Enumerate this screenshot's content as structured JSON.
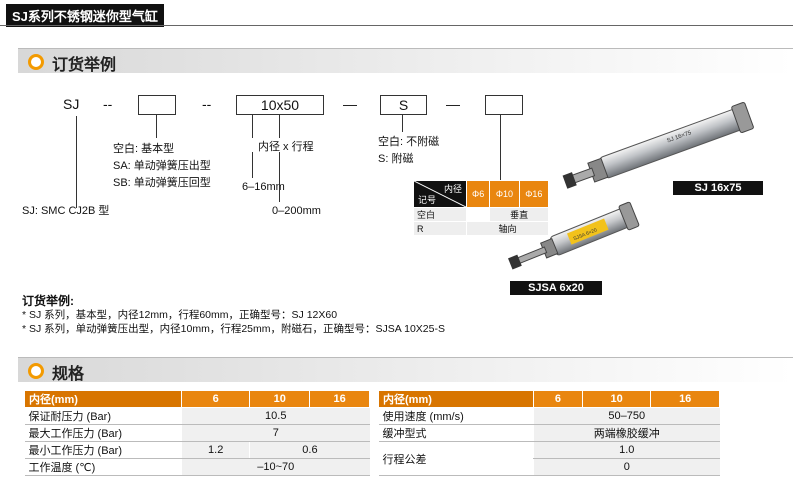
{
  "header": {
    "title": "SJ系列不锈钢迷你型气缸"
  },
  "order_section": {
    "title": "订货举例",
    "code": {
      "prefix": "SJ",
      "sep1": "--",
      "sep2": "--",
      "bore_stroke_value": "10x50",
      "sep3": "—",
      "magnet_value": "S",
      "sep4": "—"
    },
    "type_options": [
      "空白: 基本型",
      "SA: 单动弹簧压出型",
      "SB: 单动弹簧压回型"
    ],
    "series_note": "SJ: SMC CJ2B 型",
    "bore_stroke": {
      "label": "内径 x 行程",
      "bore_range": "6–16mm",
      "stroke_range": "0–200mm"
    },
    "magnet_options": [
      "空白: 不附磁",
      "S: 附磁"
    ],
    "mount_table": {
      "corner_top": "内径",
      "corner_bottom": "记号",
      "bores": [
        "Φ6",
        "Φ10",
        "Φ16"
      ],
      "rows": [
        {
          "code": "空白",
          "value": "垂直"
        },
        {
          "code": "R",
          "value": "轴向"
        }
      ]
    },
    "photos": [
      {
        "caption": "SJ 16x75",
        "label": "SJ 16×75"
      },
      {
        "caption": "SJSA 6x20",
        "label": "SJSA 6×20"
      }
    ],
    "examples_title": "订货举例:",
    "examples": [
      "* SJ 系列，基本型，内径12mm，行程60mm，正确型号：SJ 12X60",
      "* SJ 系列，单动弹簧压出型，内径10mm，行程25mm，附磁石，正确型号：SJSA 10X25-S"
    ]
  },
  "spec_section": {
    "title": "规格",
    "left_table": {
      "headers": [
        "内径(mm)",
        "6",
        "10",
        "16"
      ],
      "rows": [
        {
          "label": "保证耐压力 (Bar)",
          "value": "10.5"
        },
        {
          "label": "最大工作压力 (Bar)",
          "value": "7"
        },
        {
          "label": "最小工作压力 (Bar)",
          "v6": "1.2",
          "v_rest": "0.6"
        },
        {
          "label": "工作温度 (℃)",
          "value": "–10~70"
        }
      ]
    },
    "right_table": {
      "headers": [
        "内径(mm)",
        "6",
        "10",
        "16"
      ],
      "rows": [
        {
          "label": "使用速度 (mm/s)",
          "value": "50–750"
        },
        {
          "label": "缓冲型式",
          "value": "两端橡胶缓冲"
        },
        {
          "label": "行程公差",
          "value": "1.0"
        },
        {
          "label": "",
          "value": "0"
        }
      ]
    }
  },
  "colors": {
    "accent": "#e9860f",
    "dark": "#111111",
    "cell_bg": "#f0f0f0"
  }
}
